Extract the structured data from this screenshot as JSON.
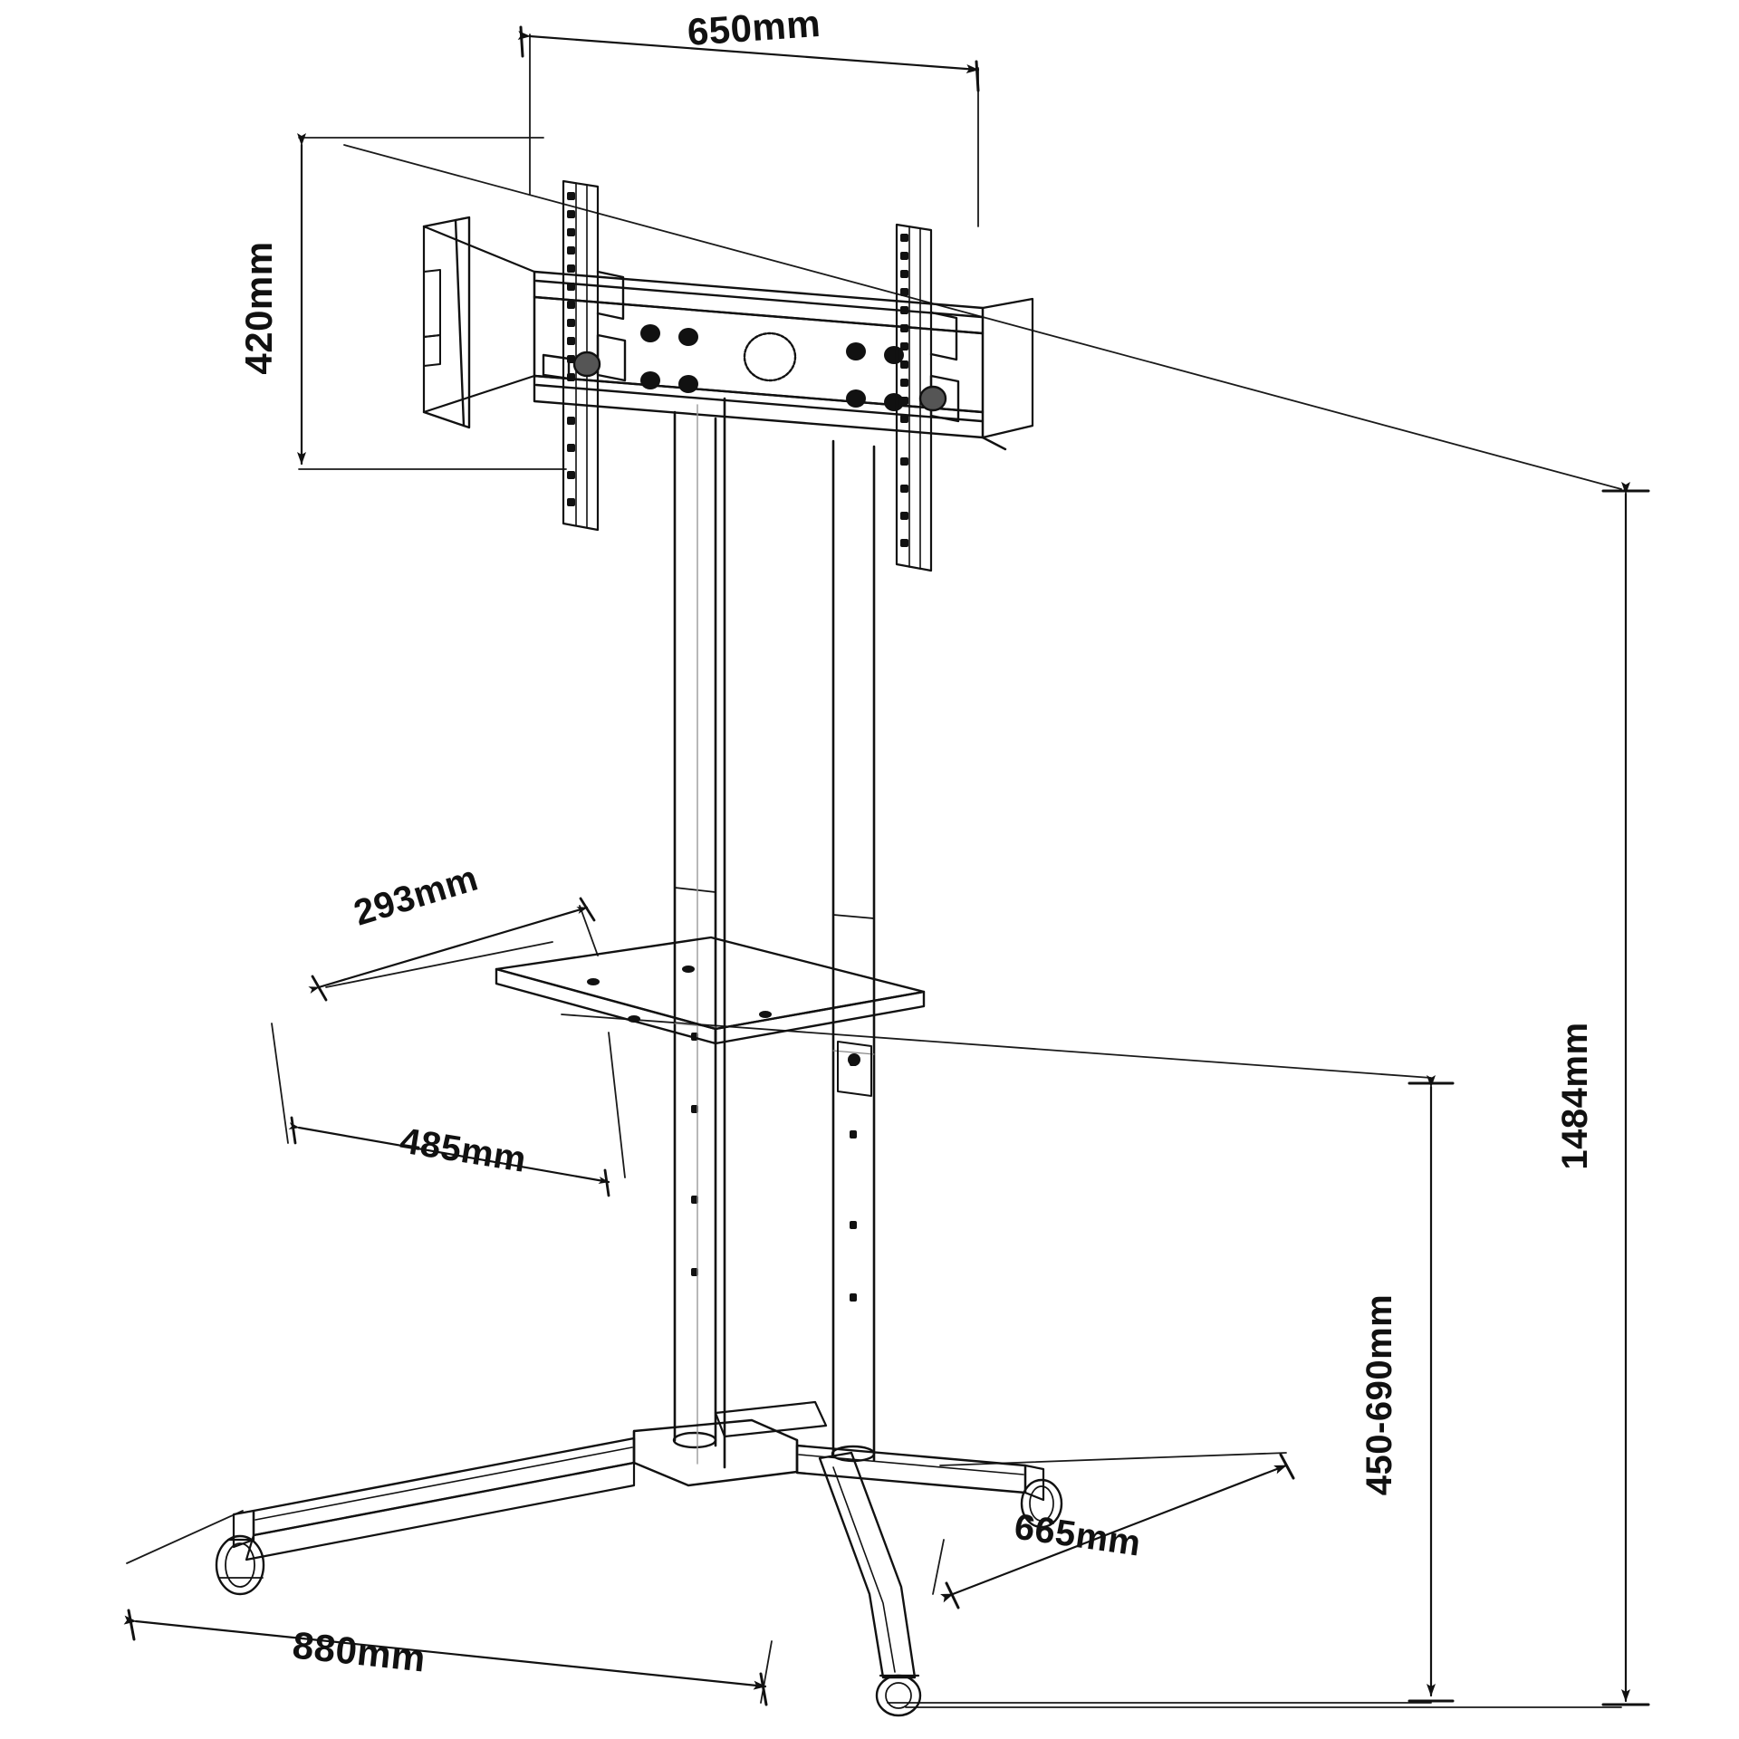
{
  "drawing": {
    "title": "Mobile TV Cart / Trolley Stand Dimensioned Technical Drawing",
    "type": "engineering-line-drawing",
    "units": "mm",
    "background_color": "#ffffff",
    "line_color": "#111111"
  },
  "dimensions": {
    "tv_mount_width": "650mm",
    "tv_mount_height": "420mm",
    "shelf_depth": "293mm",
    "shelf_width": "485mm",
    "shelf_height_range": "450-690mm",
    "total_height": "1484mm",
    "base_width": "880mm",
    "base_depth": "665mm"
  },
  "labels": [
    {
      "id": "d-650",
      "text": "650mm",
      "measures": "tv-mount-bracket-width",
      "rotation": -4
    },
    {
      "id": "d-420",
      "text": "420mm",
      "measures": "tv-mount-bracket-height",
      "rotation": -90
    },
    {
      "id": "d-293",
      "text": "293mm",
      "measures": "shelf-depth",
      "rotation": -20
    },
    {
      "id": "d-485",
      "text": "485mm",
      "measures": "shelf-width",
      "rotation": 9
    },
    {
      "id": "d-450-690",
      "text": "450-690mm",
      "measures": "shelf-height-adjustment-range",
      "rotation": -90
    },
    {
      "id": "d-1484",
      "text": "1484mm",
      "measures": "overall-stand-height",
      "rotation": -90
    },
    {
      "id": "d-880",
      "text": "880mm",
      "measures": "base-overall-width",
      "rotation": 6
    },
    {
      "id": "d-665",
      "text": "665mm",
      "measures": "base-overall-depth",
      "rotation": 8
    }
  ],
  "components": [
    {
      "name": "tv-mount-bracket",
      "description": "Horizontal VESA rail with mounting holes and central circular cut-out"
    },
    {
      "name": "vertical-adapter-arm-left",
      "description": "Perforated vertical tilt arm, left"
    },
    {
      "name": "vertical-adapter-arm-right",
      "description": "Perforated vertical tilt arm, right"
    },
    {
      "name": "column-left",
      "description": "Left telescopic upright column with adjustment holes"
    },
    {
      "name": "column-right",
      "description": "Right telescopic upright column with adjustment holes"
    },
    {
      "name": "av-shelf",
      "description": "Rectangular AV equipment shelf with fixing holes"
    },
    {
      "name": "base-leg-front-left",
      "description": "Base cross leg with caster wheel"
    },
    {
      "name": "base-leg-front-right",
      "description": "Base cross leg with caster wheel"
    },
    {
      "name": "base-leg-rear",
      "description": "Rear base cross leg with caster wheel"
    },
    {
      "name": "caster-wheel",
      "description": "Swivel caster wheel"
    }
  ]
}
